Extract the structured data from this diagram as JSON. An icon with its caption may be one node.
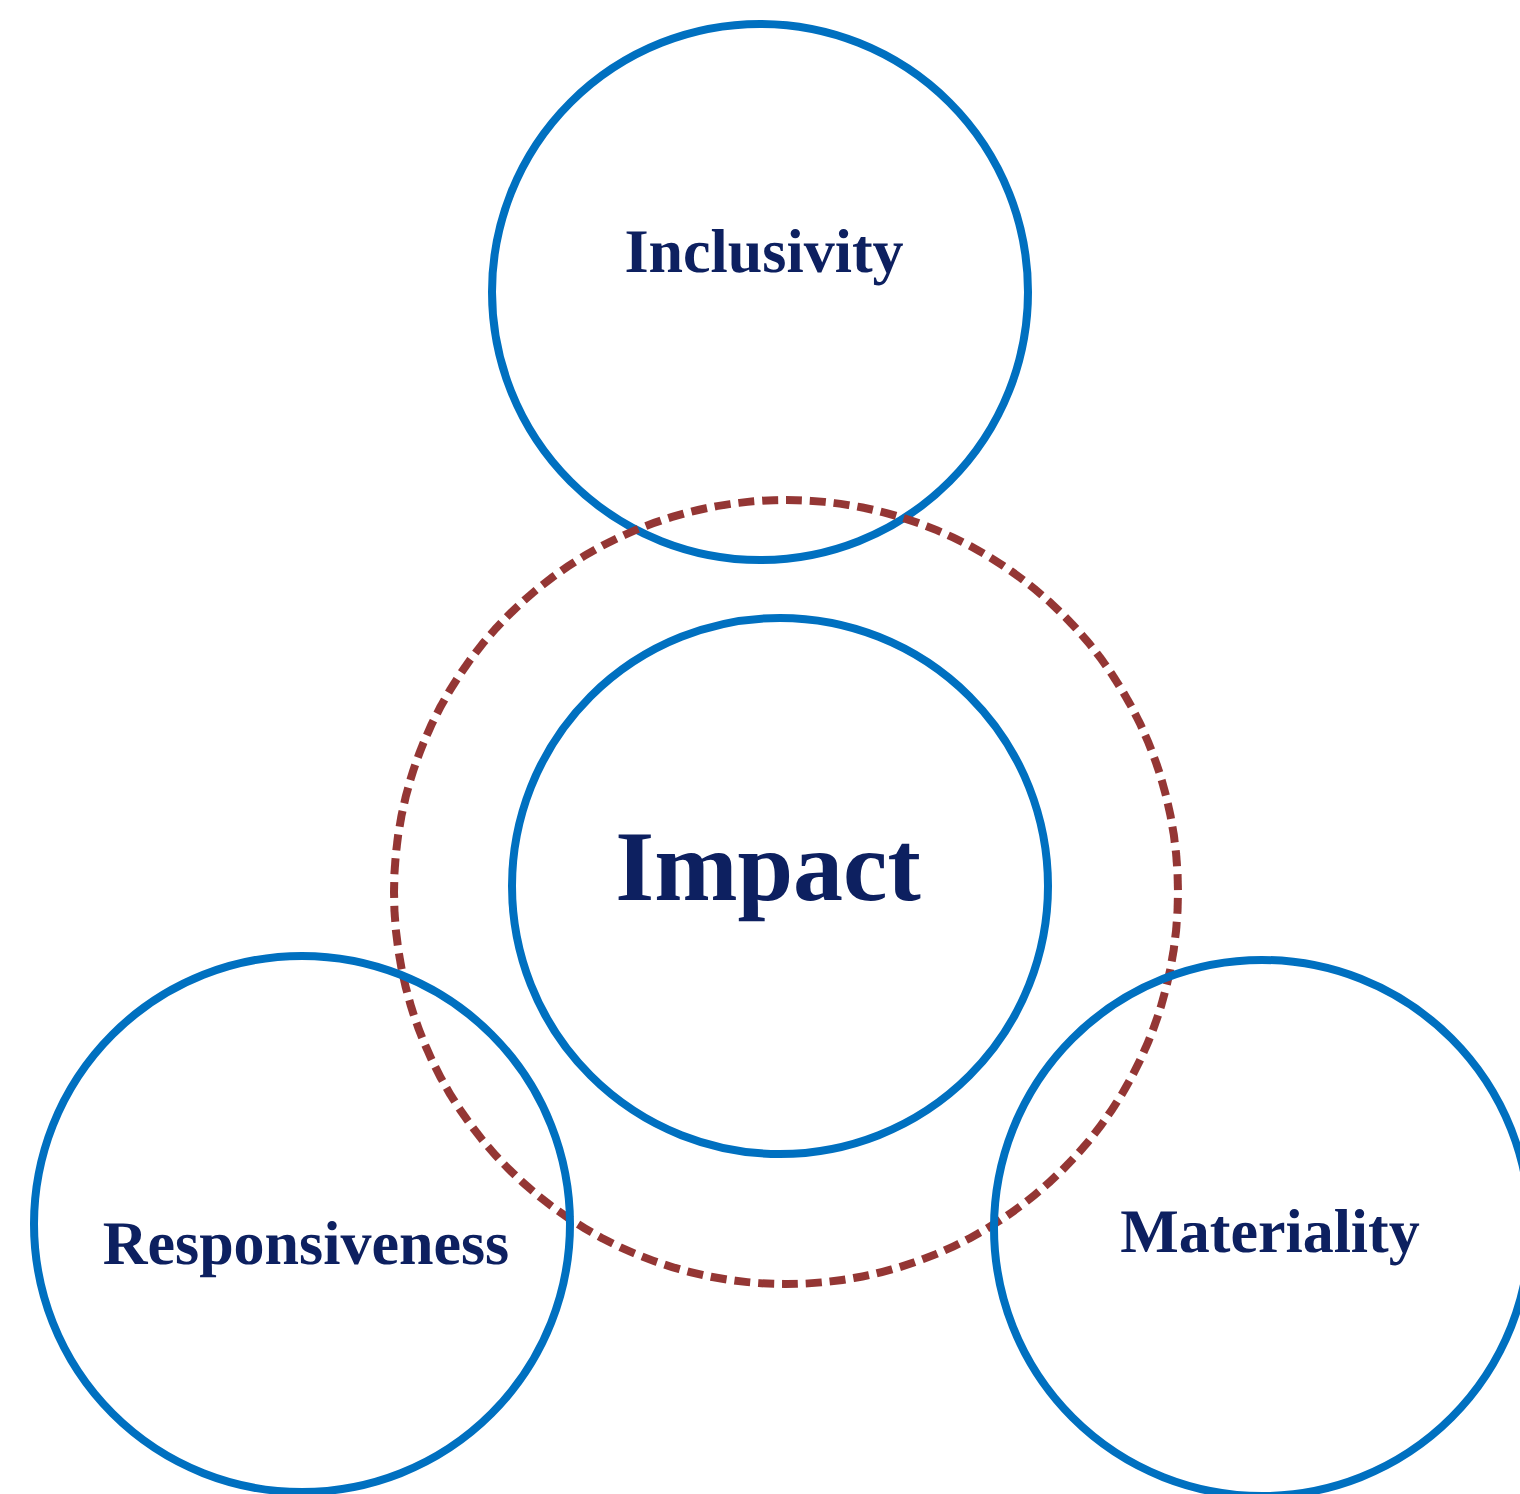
{
  "diagram": {
    "nodes": [
      {
        "text": [
          "Inclusivity"
        ]
      },
      {
        "text": [],
        "shape": "circle"
      },
      {
        "text": [
          "Impact"
        ],
        "in": 1
      },
      {
        "text": [
          "Responsiveness"
        ]
      },
      {
        "text": [
          "Materiality"
        ]
      }
    ]
  }
}
